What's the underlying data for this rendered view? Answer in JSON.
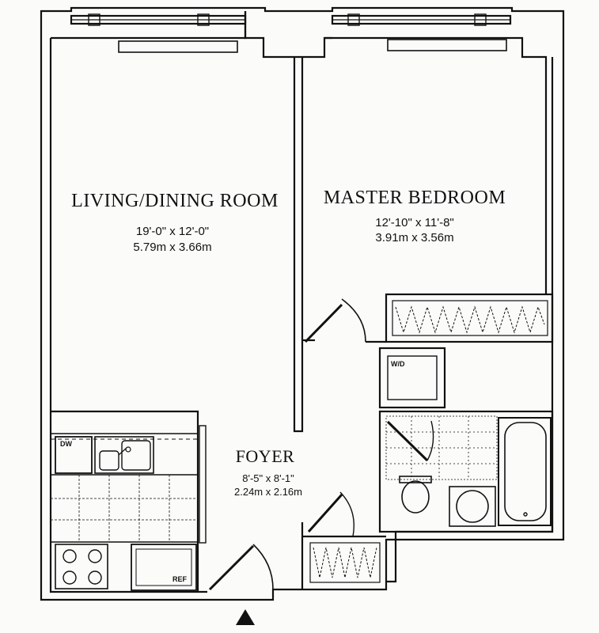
{
  "living_dining": {
    "name": "LIVING/DINING ROOM",
    "dim_imperial": "19'-0\" x 12'-0\"",
    "dim_metric": "5.79m x 3.66m"
  },
  "master_bedroom": {
    "name": "MASTER BEDROOM",
    "dim_imperial": "12'-10\" x 11'-8\"",
    "dim_metric": "3.91m x 3.56m"
  },
  "foyer": {
    "name": "FOYER",
    "dim_imperial": "8'-5\" x 8'-1\"",
    "dim_metric": "2.24m x 2.16m"
  },
  "appliances": {
    "dishwasher": "DW",
    "washer_dryer": "W/D",
    "refrigerator": "REF"
  },
  "colors": {
    "line": "#111111",
    "paper": "#fbfbf9"
  },
  "entry_marker_icon": "triangle-up-icon"
}
